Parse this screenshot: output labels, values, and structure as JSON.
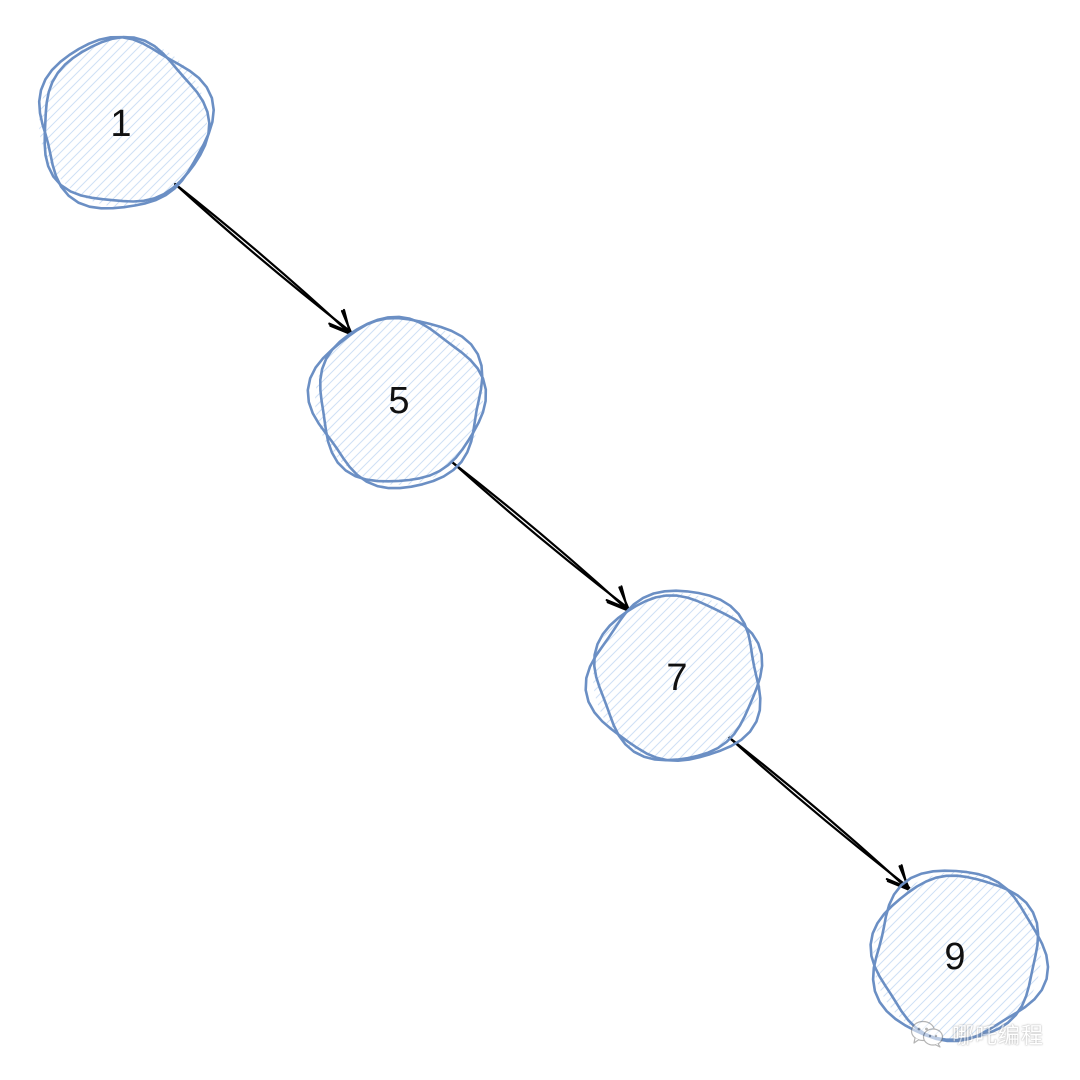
{
  "diagram": {
    "type": "linked-list",
    "nodes": [
      {
        "id": "n1",
        "label": "1"
      },
      {
        "id": "n5",
        "label": "5"
      },
      {
        "id": "n7",
        "label": "7"
      },
      {
        "id": "n9",
        "label": "9"
      }
    ],
    "edges": [
      {
        "from": "n1",
        "to": "n5"
      },
      {
        "from": "n5",
        "to": "n7"
      },
      {
        "from": "n7",
        "to": "n9"
      }
    ],
    "colors": {
      "node_stroke": "#6b8fc4",
      "node_hatch": "#cfe0f5",
      "edge_stroke": "#000000",
      "label": "#111111",
      "background": "#ffffff"
    }
  },
  "watermark": {
    "icon": "wechat-icon",
    "text": "哪吒编程"
  }
}
